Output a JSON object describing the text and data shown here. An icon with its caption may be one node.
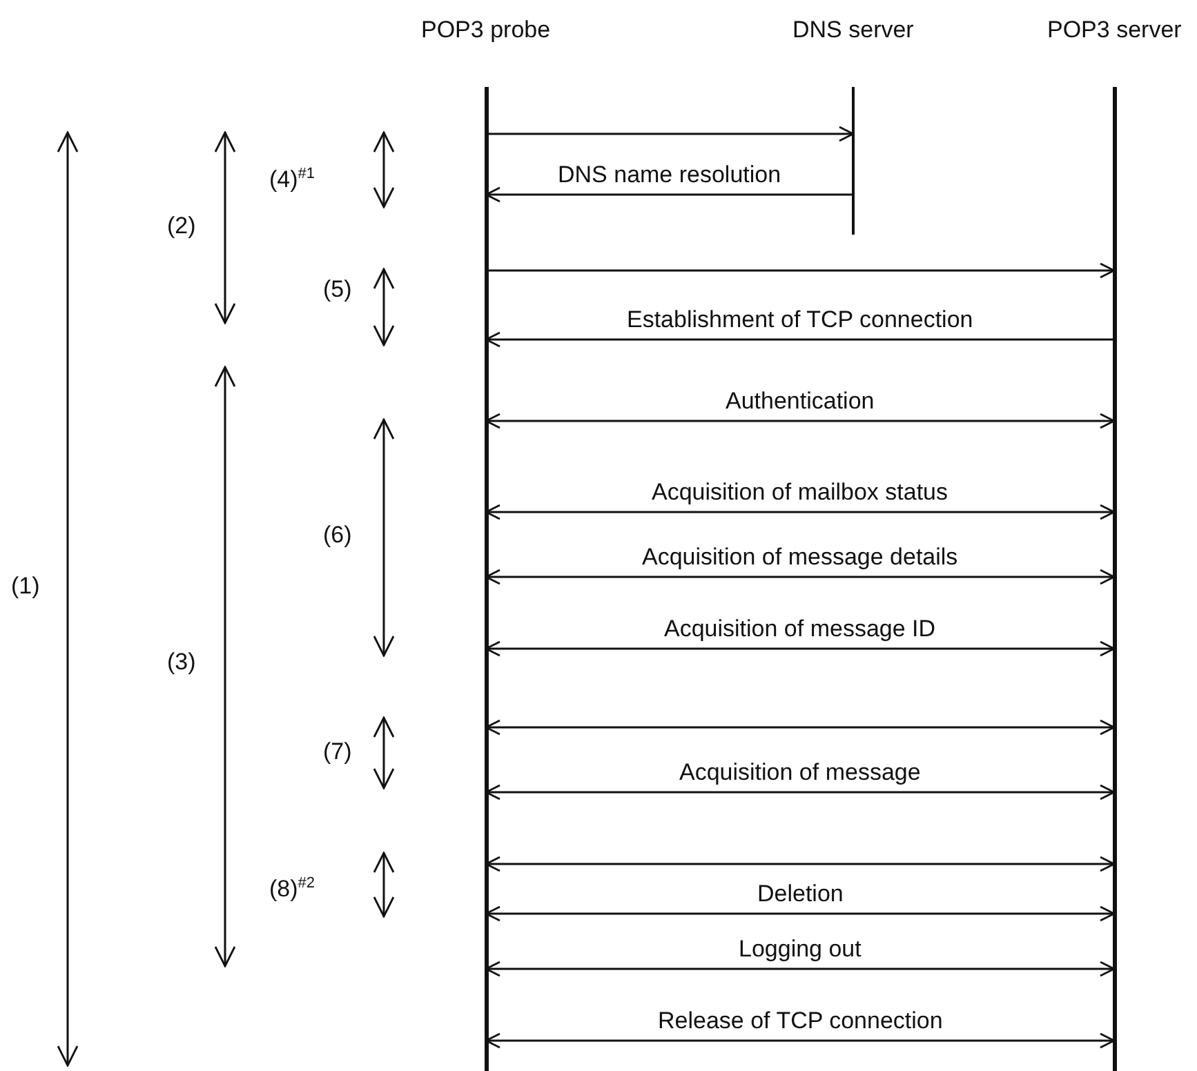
{
  "diagram": {
    "nodes": [
      {
        "text": [
          "POP3 probe"
        ]
      },
      {
        "text": [
          "DNS server"
        ]
      },
      {
        "text": [
          "POP3 server"
        ]
      }
    ],
    "edges": [
      {
        "from": 0,
        "to": 1,
        "arrow": "to"
      },
      {
        "from": 1,
        "to": 0,
        "arrow": "to",
        "label": "DNS name resolution"
      },
      {
        "from": 0,
        "to": 2,
        "arrow": "to"
      },
      {
        "from": 2,
        "to": 0,
        "arrow": "to",
        "label": "Establishment of TCP connection"
      },
      {
        "from": 0,
        "to": 2,
        "arrow": "both",
        "label": "Authentication"
      },
      {
        "from": 0,
        "to": 2,
        "arrow": "both",
        "label": "Acquisition of mailbox status"
      },
      {
        "from": 0,
        "to": 2,
        "arrow": "both",
        "label": "Acquisition of message details"
      },
      {
        "from": 0,
        "to": 2,
        "arrow": "both",
        "label": "Acquisition of message ID"
      },
      {
        "from": 0,
        "to": 2,
        "arrow": "both"
      },
      {
        "from": 0,
        "to": 2,
        "arrow": "both",
        "label": "Acquisition of message"
      },
      {
        "from": 0,
        "to": 2,
        "arrow": "both"
      },
      {
        "from": 0,
        "to": 2,
        "arrow": "both",
        "label": "Deletion"
      },
      {
        "from": 0,
        "to": 2,
        "arrow": "both",
        "label": "Logging out"
      },
      {
        "from": 0,
        "to": 2,
        "arrow": "both",
        "label": "Release of TCP connection"
      }
    ],
    "labels": [
      "(4)$^{#1}$",
      "(2)",
      "(5)",
      "(6)",
      "(1)",
      "(3)",
      "(7)",
      "(8)$^{#2}$"
    ]
  }
}
